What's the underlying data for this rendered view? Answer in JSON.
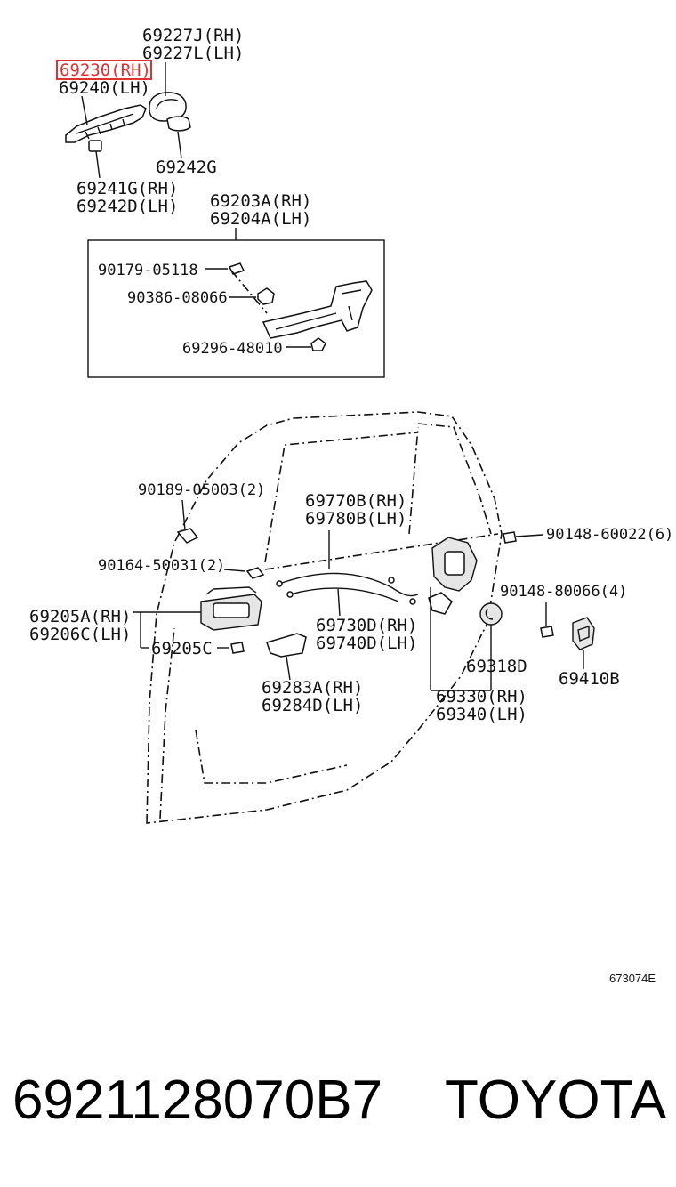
{
  "labels": {
    "p69227J": "69227J(RH)",
    "p69227L": "69227L(LH)",
    "p69230": "69230(RH)",
    "p69240": "69240(LH)",
    "p69242G": "69242G",
    "p69241G": "69241G(RH)",
    "p69242D": "69242D(LH)",
    "p69203A": "69203A(RH)",
    "p69204A": "69204A(LH)",
    "p90179": "90179-05118",
    "p90386": "90386-08066",
    "p69296": "69296-48010",
    "p90189": "90189-05003(2)",
    "p69770B": "69770B(RH)",
    "p69780B": "69780B(LH)",
    "p90148a": "90148-60022(6)",
    "p90164": "90164-50031(2)",
    "p90148b": "90148-80066(4)",
    "p69205A": "69205A(RH)",
    "p69206C": "69206C(LH)",
    "p69205C": "69205C",
    "p69730D": "69730D(RH)",
    "p69740D": "69740D(LH)",
    "p69318D": "69318D",
    "p69410B": "69410B",
    "p69283A": "69283A(RH)",
    "p69284D": "69284D(LH)",
    "p69330": "69330(RH)",
    "p69340": "69340(LH)"
  },
  "highlight": {
    "part": "69230(RH)",
    "color": "#e03030"
  },
  "ref_code": "673074E",
  "footer": {
    "part_number": "6921128070B7",
    "brand": "TOYOTA"
  }
}
